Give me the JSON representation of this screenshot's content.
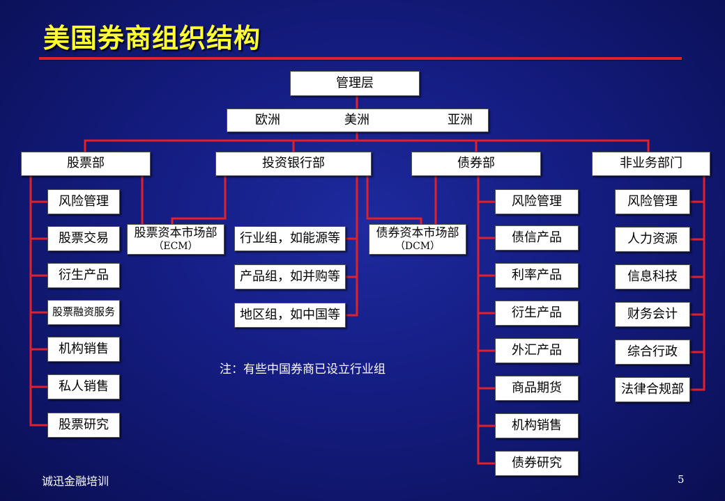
{
  "title": "美国券商组织结构",
  "management": "管理层",
  "regions": {
    "europe": "欧洲",
    "americas": "美洲",
    "asia": "亚洲"
  },
  "departments": {
    "equity": {
      "label": "股票部",
      "items": [
        "风险管理",
        "股票交易",
        "衍生产品",
        "股票融资服务",
        "机构销售",
        "私人销售",
        "股票研究"
      ],
      "ecm": {
        "line1": "股票资本市场部",
        "line2": "（ECM）"
      }
    },
    "ibd": {
      "label": "投资银行部",
      "groups": [
        "行业组，如能源等",
        "产品组，如并购等",
        "地区组，如中国等"
      ]
    },
    "fixed_income": {
      "label": "债券部",
      "dcm": {
        "line1": "债券资本市场部",
        "line2": "（DCM）"
      },
      "items": [
        "风险管理",
        "债信产品",
        "利率产品",
        "衍生产品",
        "外汇产品",
        "商品期货",
        "机构销售",
        "债券研究"
      ]
    },
    "non_business": {
      "label": "非业务部门",
      "items": [
        "风险管理",
        "人力资源",
        "信息科技",
        "财务会计",
        "综合行政",
        "法律合规部"
      ]
    }
  },
  "note": "注：有些中国券商已设立行业组",
  "footer": "诚迅金融培训",
  "page_number": "5",
  "colors": {
    "connector": "#e0202a",
    "title": "#ffff33",
    "background": "#141c80"
  }
}
